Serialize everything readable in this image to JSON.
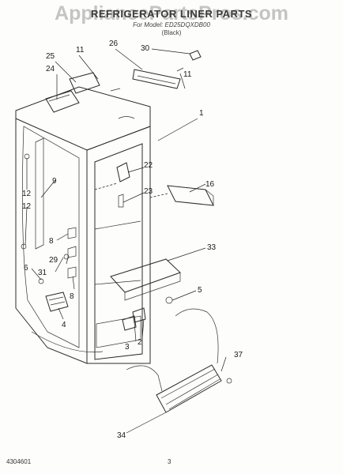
{
  "header": {
    "title": "REFRIGERATOR LINER PARTS",
    "model": "For Model: ED25DQXDB00",
    "variant": "(Black)"
  },
  "watermark": "AppliancePartsPros.com",
  "footer": {
    "doc_number": "4304601",
    "page": "3"
  },
  "callouts": [
    "1",
    "2",
    "3",
    "4",
    "5",
    "6",
    "8",
    "8",
    "9",
    "11",
    "11",
    "12",
    "12",
    "16",
    "22",
    "23",
    "24",
    "25",
    "26",
    "29",
    "30",
    "31",
    "33",
    "34",
    "37"
  ]
}
